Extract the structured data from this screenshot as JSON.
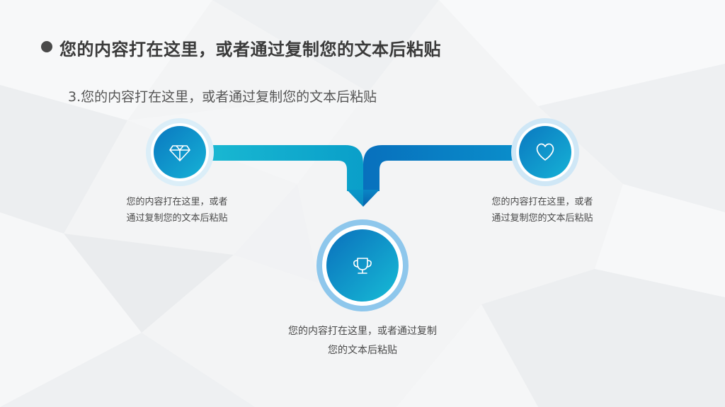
{
  "slide": {
    "title": "您的内容打在这里，或者通过复制您的文本后粘贴",
    "subtitle": "3.您的内容打在这里，或者通过复制您的文本后粘贴"
  },
  "nodes": {
    "left": {
      "icon": "diamond-icon",
      "line1": "您的内容打在这里，或者",
      "line2": "通过复制您的文本后粘贴"
    },
    "right": {
      "icon": "heart-icon",
      "line1": "您的内容打在这里，或者",
      "line2": "通过复制您的文本后粘贴"
    },
    "center": {
      "icon": "trophy-icon",
      "line1": "您的内容打在这里，或者通过复制",
      "line2": "您的文本后粘贴"
    }
  },
  "colors": {
    "accent_light": "#19b0cf",
    "accent_dark": "#0a79c2",
    "ring": "#a8d8f0",
    "title": "#3a3a3a"
  }
}
